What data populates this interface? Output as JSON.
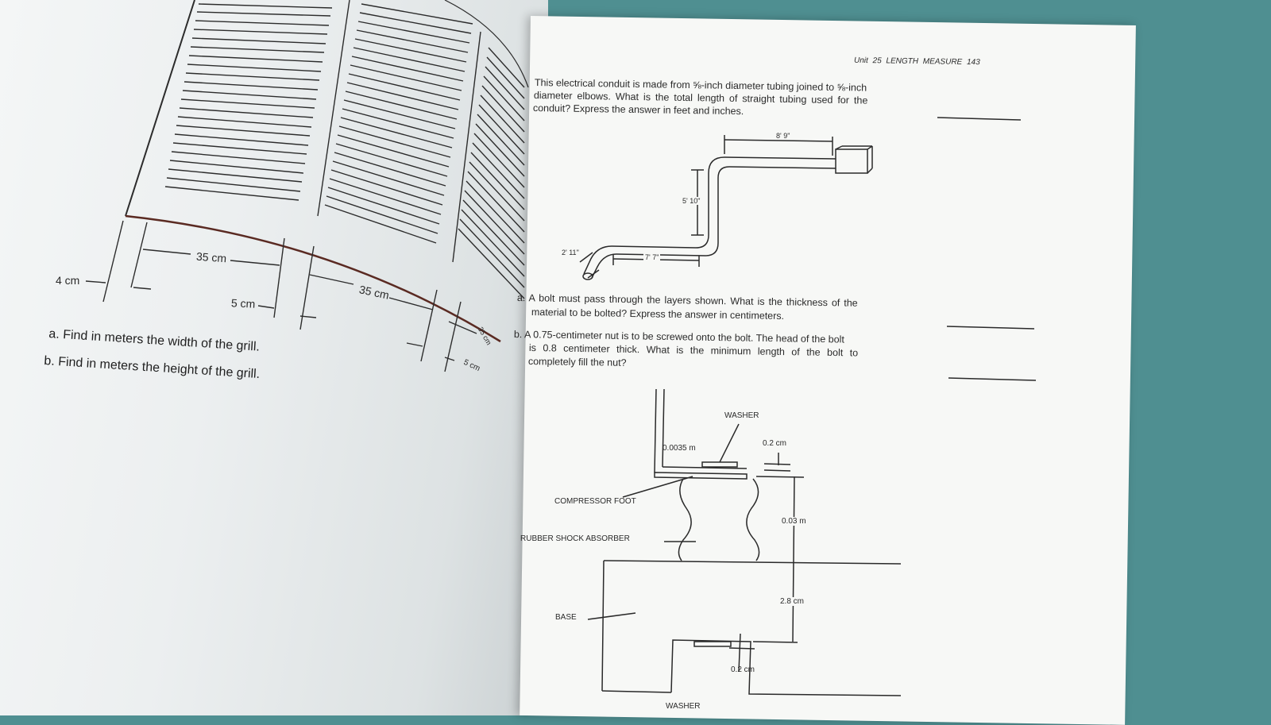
{
  "left_page": {
    "dim_35cm_a": "35 cm",
    "dim_35cm_b": "35 cm",
    "dim_35cm_c": "35 cm",
    "dim_4cm": "4 cm",
    "dim_5cm_a": "5 cm",
    "dim_5cm_b": "5 cm",
    "question_a": "a. Find in meters the width of the grill.",
    "question_b": "b. Find in meters the height of the grill."
  },
  "right_page": {
    "header": "Unit 25   LENGTH MEASURE   143",
    "conduit_text_1": "This electrical conduit is made from ⅝-inch diameter tubing joined to ⅝-inch",
    "conduit_text_2": "diameter elbows. What is the total length of straight tubing used for the",
    "conduit_text_3": "conduit? Express the answer in feet and inches.",
    "dim_8_9": "8' 9\"",
    "dim_5_10": "5' 10\"",
    "dim_2_11": "2' 11\"",
    "dim_7_7": "7' 7\"",
    "q_a_1": "a.  A bolt must pass through the layers shown. What is the thickness of the",
    "q_a_2": "material to be bolted? Express the answer in centimeters.",
    "q_b_1": "b.  A 0.75-centimeter nut is to be screwed onto the bolt. The head of the bolt",
    "q_b_2": "is 0.8 centimeter thick. What is the minimum length of the bolt to",
    "q_b_3": "completely fill the nut?",
    "label_washer_top": "WASHER",
    "label_0_0035": "0.0035 m",
    "label_0_2_top": "0.2 cm",
    "label_compressor": "COMPRESSOR FOOT",
    "label_0_03": "0.03 m",
    "label_rubber": "RUBBER SHOCK ABSORBER",
    "label_2_8": "2.8 cm",
    "label_base": "BASE",
    "label_0_2_bottom": "0.2 cm",
    "label_washer_bottom": "WASHER"
  }
}
